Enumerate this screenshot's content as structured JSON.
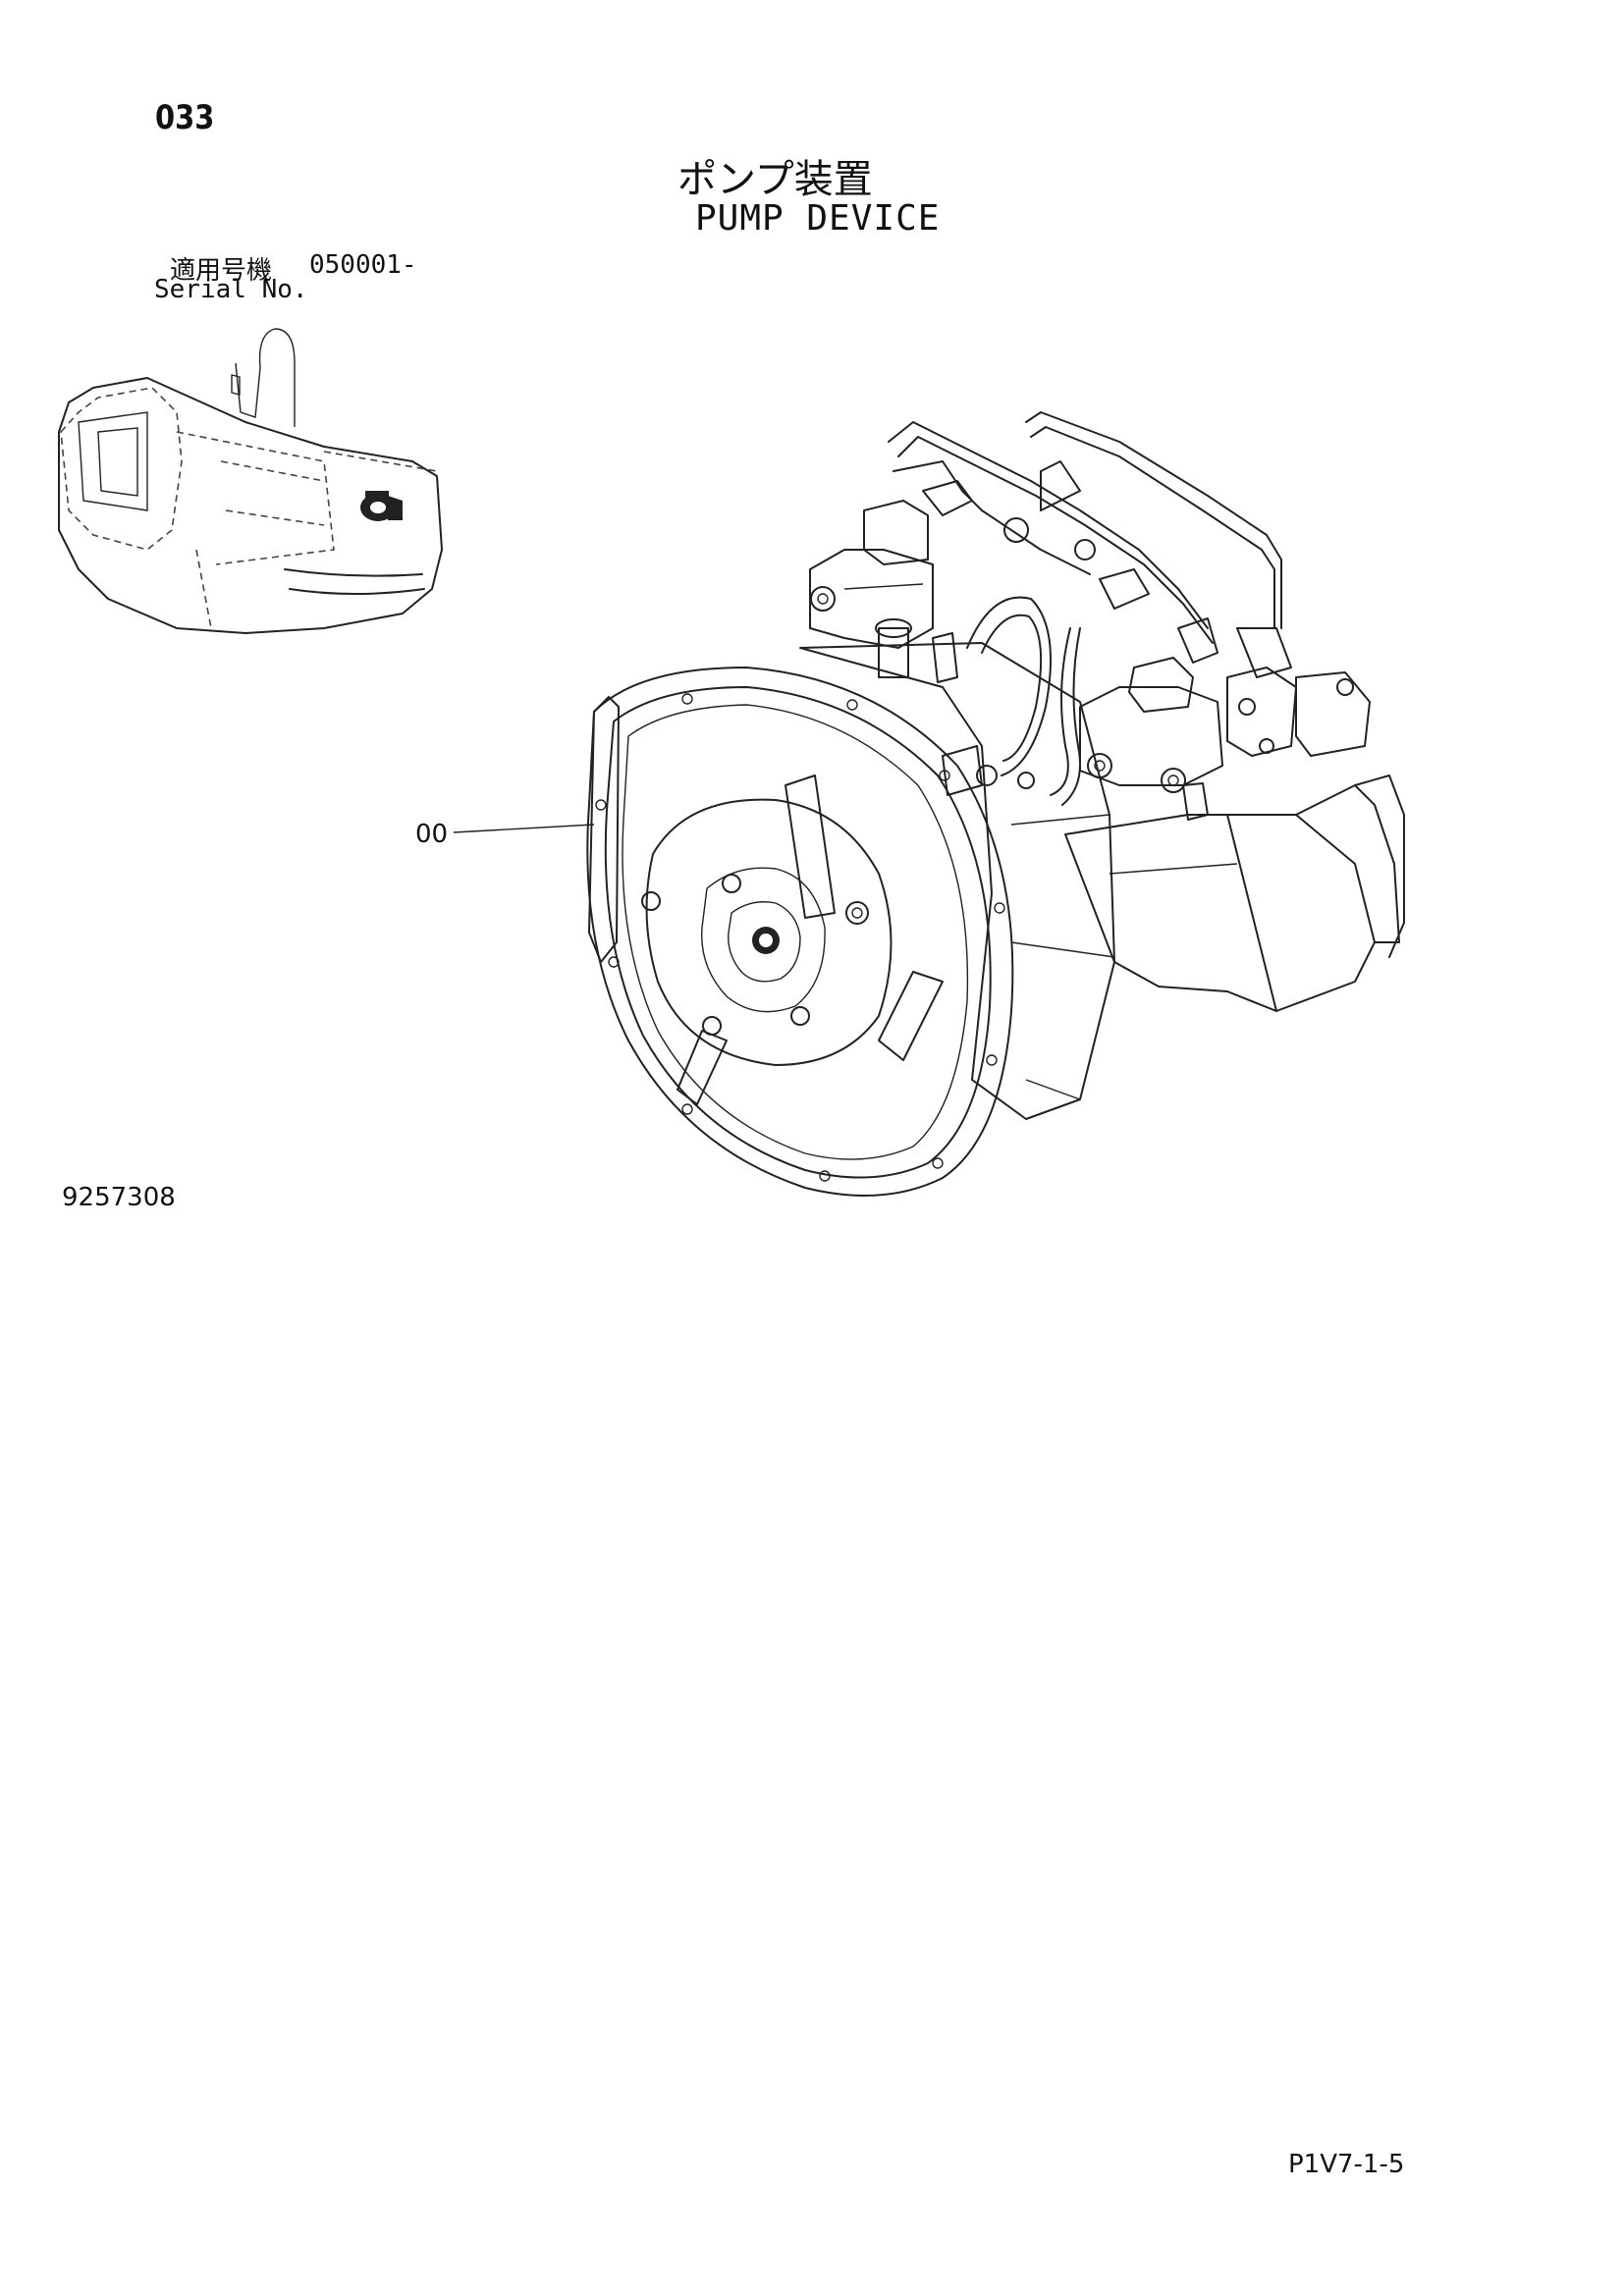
{
  "page_number": "033",
  "title_jp": "ポンプ装置",
  "title_en": "PUMP DEVICE",
  "serial": {
    "label_jp": "適用号機",
    "value": "050001-",
    "label_en": "Serial No."
  },
  "callout": "00",
  "drawing_number": "9257308",
  "page_reference": "P1V7-1-5",
  "icons": {
    "locator": "excavator-locator-icon",
    "main": "pump-device-illustration"
  }
}
